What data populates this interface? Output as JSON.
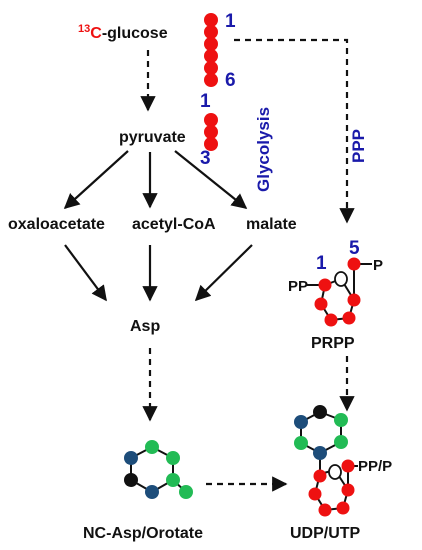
{
  "labels": {
    "glucose_sup": "13",
    "glucose_c": "C",
    "glucose_rest": "-glucose",
    "pyruvate": "pyruvate",
    "oxaloacetate": "oxaloacetate",
    "acetyl_coa": "acetyl-CoA",
    "malate": "malate",
    "asp": "Asp",
    "nc_asp": "NC-Asp/Orotate",
    "prpp": "PRPP",
    "udp_utp": "UDP/UTP",
    "glycolysis": "Glycolysis",
    "ppp": "PPP",
    "prpp_pp": "PP",
    "prpp_p": "P",
    "udp_pp_p": "PP/P"
  },
  "carbon_numbers": {
    "glucose_top": "1",
    "glucose_bottom": "6",
    "pyruvate_top": "1",
    "pyruvate_bottom": "3",
    "prpp_c1": "1",
    "prpp_c5": "5"
  },
  "colors": {
    "red": "#ee1111",
    "blue_text": "#1a1aaa",
    "green": "#22bb55",
    "navy": "#1d4d7a",
    "black": "#111111"
  }
}
